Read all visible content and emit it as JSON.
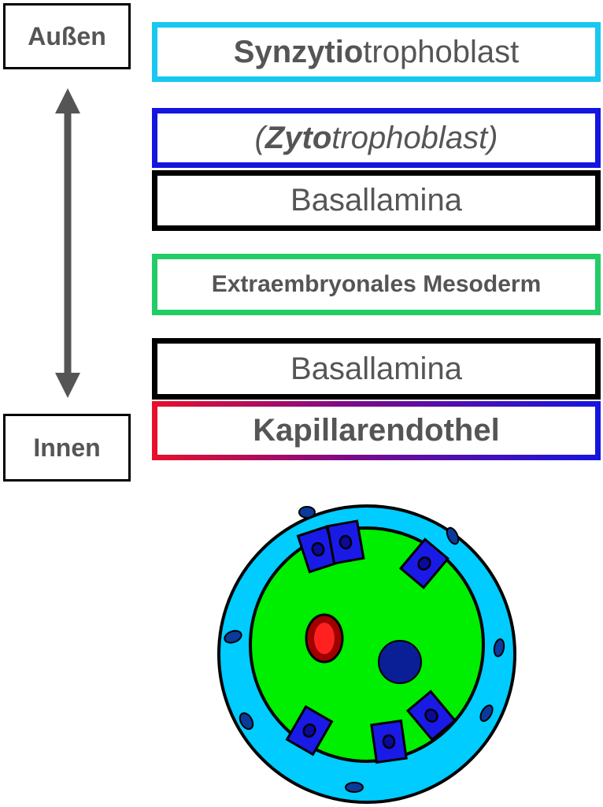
{
  "labels": {
    "outer": "Außen",
    "inner": "Innen"
  },
  "layers": [
    {
      "parts": [
        "Synzytio",
        "trophoblast"
      ],
      "color": "#18c8f0"
    },
    {
      "parts": [
        "(",
        "Zyto",
        "trophoblast)"
      ],
      "color": "#1515e0"
    },
    {
      "parts": [
        "Basallamina"
      ],
      "color": "#000000"
    },
    {
      "parts": [
        "Extraembryonales Mesoderm"
      ],
      "color": "#22cc66"
    },
    {
      "parts": [
        "Basallamina"
      ],
      "color": "#000000"
    },
    {
      "parts": [
        "Kapillarendothel"
      ],
      "gradient": [
        "#e8102a",
        "#1515e0"
      ]
    }
  ],
  "colors": {
    "arrow": "#555555",
    "outer_ring": "#00ccff",
    "inner_core": "#00ee00",
    "cell": "#1a1ae6",
    "nucleus": "#0a0a9a",
    "red_cell": "#ff2020",
    "red_ring": "#a00000",
    "dark_nucleus": "#0a1e96",
    "syncytial_nucleus": "#0a3a9a"
  }
}
